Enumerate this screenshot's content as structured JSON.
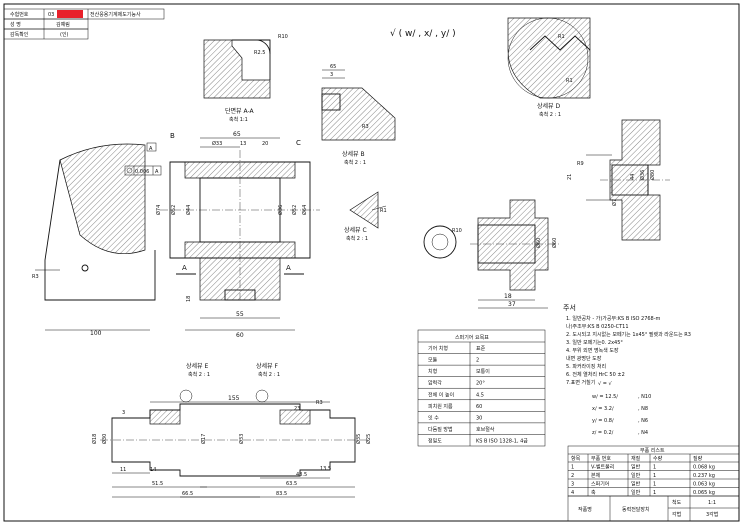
{
  "header": {
    "exam_no_label": "수험번호",
    "exam_no_value": "03",
    "title": "전산응용기계제도기능사",
    "name_label": "성    명",
    "name_value": "김예림",
    "supervisor_label": "감독확인",
    "supervisor_value": "(인)"
  },
  "views": {
    "section_aa": "단면뷰 A-A",
    "section_aa_scale": "축척 1:1",
    "detail_b": "상세뷰 B",
    "detail_b_scale": "축척 2 : 1",
    "detail_c": "상세뷰 C",
    "detail_c_scale": "축척 2 : 1",
    "detail_d": "상세뷰 D",
    "detail_d_scale": "축척 2 : 1",
    "detail_e": "상세뷰 E",
    "detail_e_scale": "축척 2 : 1",
    "detail_f": "상세뷰 F",
    "detail_f_scale": "축척 2 : 1"
  },
  "labels": {
    "A": "A",
    "B": "B",
    "C": "C",
    "datum_a": "A",
    "tolerance": "0.006",
    "tolerance_ref": "A"
  },
  "dims": {
    "d65": "65",
    "d33": "Ø33",
    "d13": "13",
    "d20": "20",
    "d74": "Ø74",
    "d52": "Ø52",
    "d44": "Ø44",
    "d52b": "Ø52",
    "d36": "Ø36",
    "d64": "Ø64",
    "d18": "18",
    "d55": "55",
    "d60": "60",
    "d100": "100",
    "r2": "R2",
    "r10": "R10",
    "r25": "R2.5",
    "r1": "R1",
    "r3": "R3",
    "r1b": "R1",
    "d21": "21",
    "d9": "R9",
    "d44b": "44",
    "d36b": "Ø36",
    "d80": "Ø80",
    "d7": "Ø7",
    "d60b": "Ø60",
    "d60c": "Ø60",
    "d18b": "18",
    "d37": "37",
    "r10b": "R10",
    "d155": "155",
    "d23": "23",
    "d3": "3",
    "d11": "11",
    "d14": "14",
    "d51": "51.5",
    "d665": "66.5",
    "d48": "48.5",
    "d635": "63.5",
    "d835": "83.5",
    "d135": "13.5",
    "d18c": "Ø18",
    "d25": "Ø25",
    "d35": "Ø35",
    "d30b": "Ø30",
    "d17": "Ø17",
    "d07": "Ø7"
  },
  "surface": {
    "top_symbol": "√ ( w∕ , x∕ , y∕ )",
    "rows": [
      {
        "sym": "√  =  √",
        "val": ""
      },
      {
        "sym": "w∕  =  12.5∕",
        "val": ", N10"
      },
      {
        "sym": "x∕  =  3.2∕",
        "val": ", N8"
      },
      {
        "sym": "y∕  =  0.8∕",
        "val": ", N6"
      },
      {
        "sym": "z∕  =  0.2∕",
        "val": ", N4"
      }
    ]
  },
  "notes": {
    "title": "주서",
    "lines": [
      "1. 일반공차 - 가)가공부:KS B ISO 2768-m",
      "                   나)주조부:KS B 0250-CT11",
      "2. 도시되고 지시없는 모떼기는 1x45° 필렛과 라운드는 R3",
      "3. 일반 모떼기는0. 2x45°",
      "4.      부위 외면 명녹색 도장",
      "               내면 광명단 도장",
      "5. 파커라이징 처리",
      "6. 전체 열처리 HrC 50 ±2",
      "7.표면 거칠기"
    ]
  },
  "spur_table": {
    "title": "스퍼기어 요목표",
    "rows": [
      [
        "기어 치형",
        "표준"
      ],
      [
        "모듈",
        "2"
      ],
      [
        "치형",
        "보통이"
      ],
      [
        "압력각",
        "20°"
      ],
      [
        "전체 이 높이",
        "4.5"
      ],
      [
        "피치원 지름",
        "60"
      ],
      [
        "잇 수",
        "30"
      ],
      [
        "다듬질 방법",
        "호브절삭"
      ],
      [
        "정밀도",
        "KS B ISO 1328-1, 4급"
      ]
    ]
  },
  "parts": {
    "title": "부품 리스트",
    "headers": [
      "항목",
      "부품 번호",
      "재질",
      "수량",
      "질량"
    ],
    "rows": [
      [
        "1",
        "V-벨트풀리",
        "일반",
        "1",
        "0.068 kg"
      ],
      [
        "2",
        "본체",
        "일반",
        "1",
        "0.237 kg"
      ],
      [
        "3",
        "스퍼기어",
        "일반",
        "1",
        "0.063 kg"
      ],
      [
        "4",
        "축",
        "일반",
        "1",
        "0.065 kg"
      ]
    ]
  },
  "title_block": {
    "work_label": "작품명",
    "work_name": "동력전달장치",
    "scale_label": "척도",
    "scale_value": "1:1",
    "angle_label": "각법",
    "angle_value": "3각법"
  }
}
